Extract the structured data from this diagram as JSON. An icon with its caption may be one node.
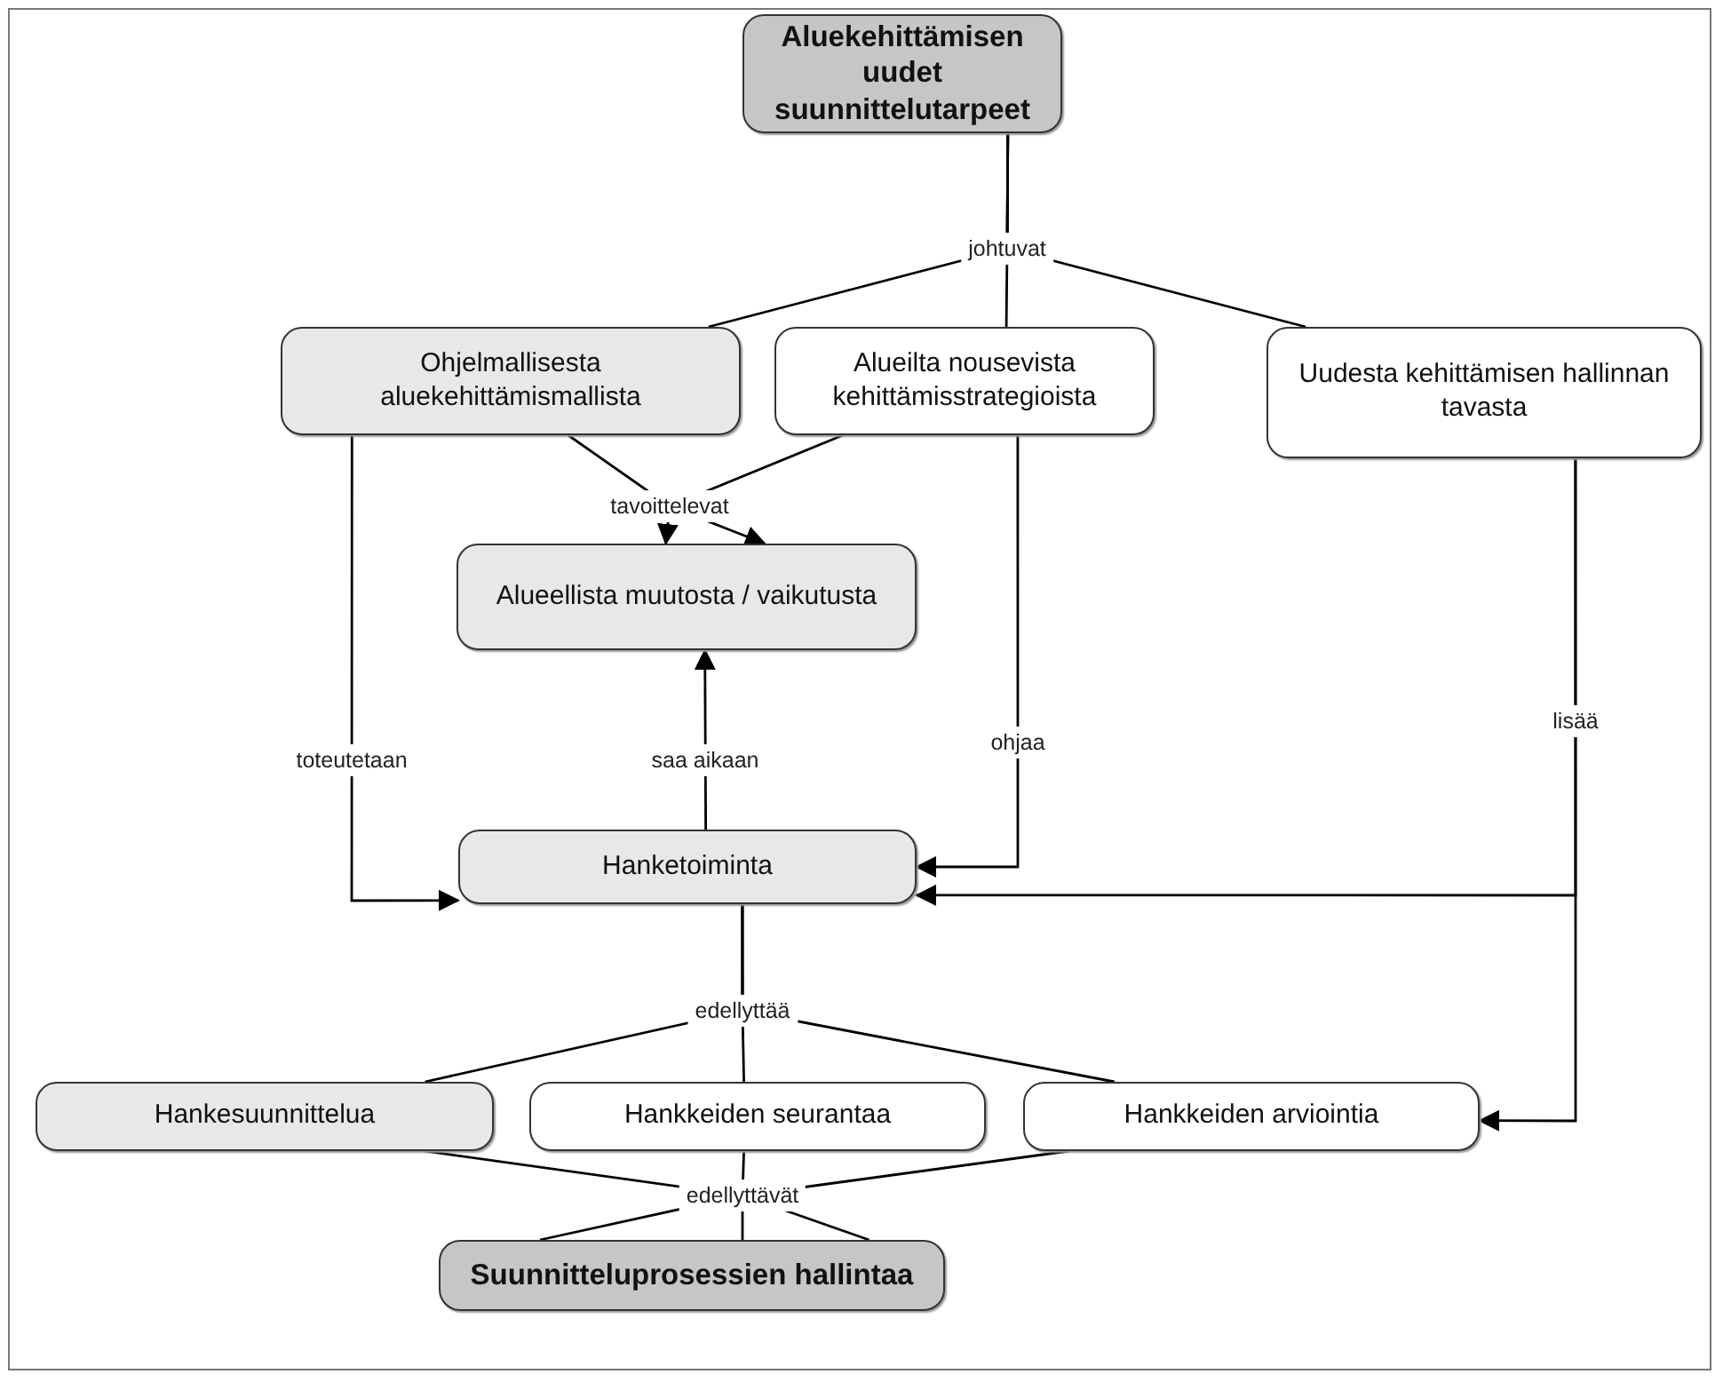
{
  "diagram": {
    "nodes": [
      {
        "text": [
          "Aluekehittämisen uudet suunnittelutarpeet"
        ]
      },
      {
        "text": [
          "Ohjelmallisesta aluekehittämismallista"
        ]
      },
      {
        "text": [
          "Alueilta nousevista kehittämisstrategioista"
        ]
      },
      {
        "text": [
          "Uudesta kehittämisen hallinnan tavasta"
        ]
      },
      {
        "text": [
          "Alueellista muutosta / vaikutusta"
        ]
      },
      {
        "text": [
          "Hanketoiminta"
        ]
      },
      {
        "text": [
          "Hankesuunnittelua"
        ]
      },
      {
        "text": [
          "Hankkeiden seurantaa"
        ]
      },
      {
        "text": [
          "Hankkeiden arviointia"
        ]
      },
      {
        "text": [
          "Suunnitteluprosessien hallintaa"
        ]
      }
    ],
    "edges": [
      {
        "from": 0,
        "to": 1,
        "arrow": "none"
      },
      {
        "from": 0,
        "to": 2,
        "arrow": "none",
        "label": "johtuvat"
      },
      {
        "from": 0,
        "to": 3,
        "arrow": "none"
      },
      {
        "from": 1,
        "to": 4,
        "arrow": "to",
        "label": "tavoittelevat"
      },
      {
        "from": 2,
        "to": 4,
        "arrow": "to"
      },
      {
        "from": 1,
        "to": 5,
        "arrow": "to",
        "label": "toteutetaan"
      },
      {
        "from": 5,
        "to": 4,
        "arrow": "to",
        "label": "saa aikaan"
      },
      {
        "from": 2,
        "to": 5,
        "arrow": "to",
        "label": "ohjaa"
      },
      {
        "from": 3,
        "to": 5,
        "arrow": "to",
        "label": "lisää"
      },
      {
        "from": 3,
        "to": 8,
        "arrow": "to"
      },
      {
        "from": 5,
        "to": 6,
        "arrow": "none"
      },
      {
        "from": 5,
        "to": 7,
        "arrow": "none",
        "label": "edellyttää"
      },
      {
        "from": 5,
        "to": 8,
        "arrow": "none"
      },
      {
        "from": 6,
        "to": 9,
        "arrow": "none"
      },
      {
        "from": 7,
        "to": 9,
        "arrow": "none",
        "label": "edellyttävät"
      },
      {
        "from": 8,
        "to": 9,
        "arrow": "none"
      }
    ]
  }
}
